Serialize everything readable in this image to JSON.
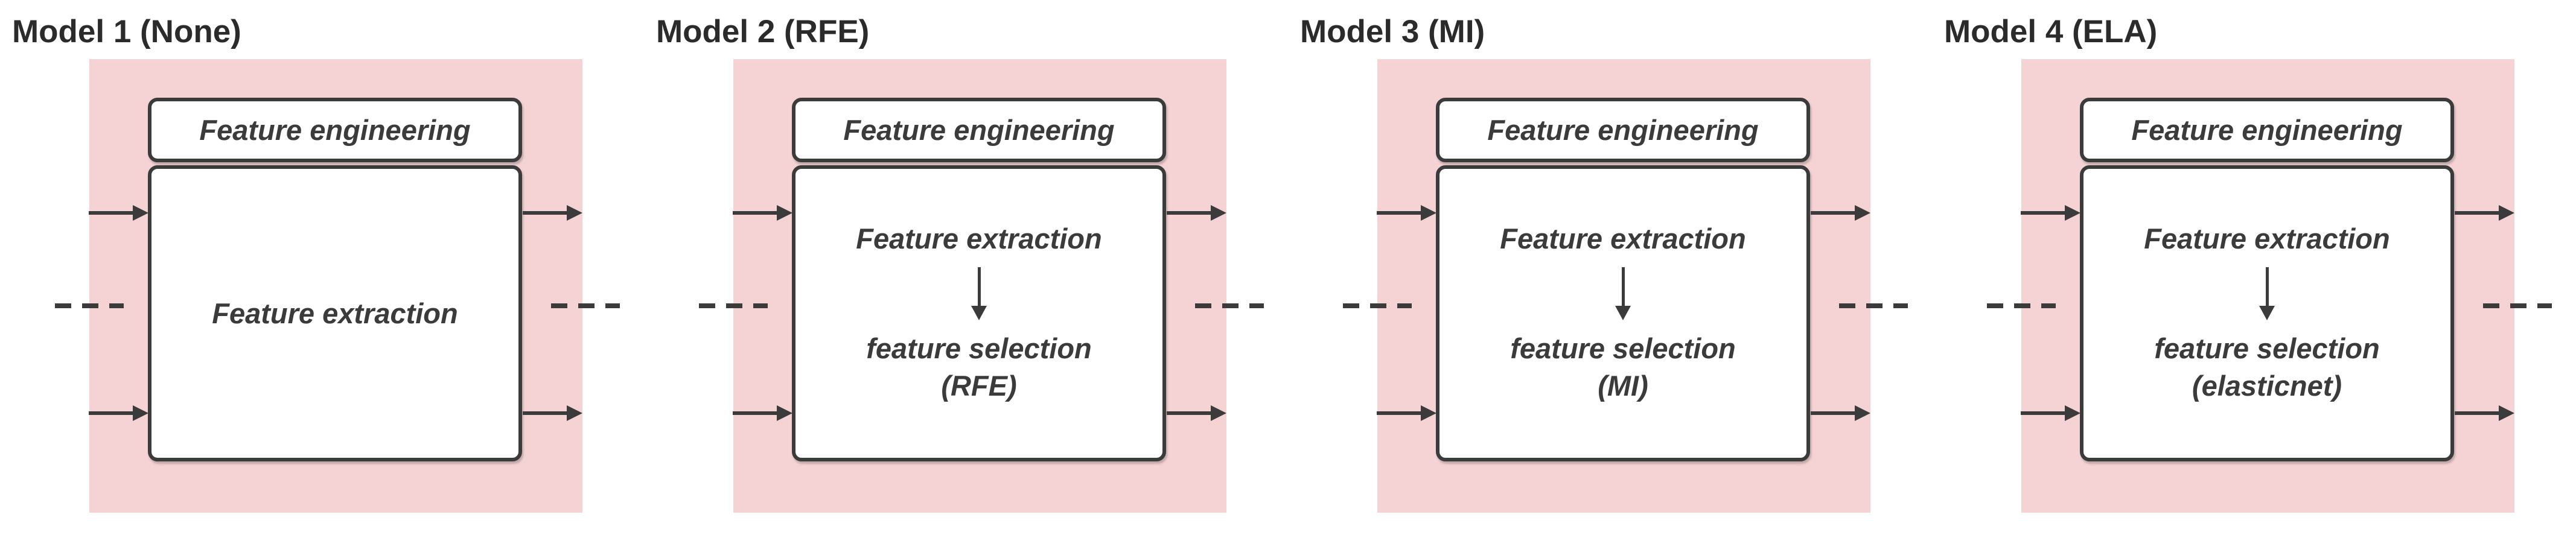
{
  "diagram": {
    "description": "Four model pipeline variants, each a pink panel with a Feature engineering box over a main processing box",
    "colors": {
      "panel_fill": "#f5d2d4",
      "stroke": "#3b3b3b",
      "box_fill": "#ffffff",
      "title_color": "#2b2b2b",
      "page_bg": "#ffffff"
    },
    "panels": [
      {
        "title": "Model 1 (None)",
        "header_label": "Feature engineering",
        "extraction_label": "Feature extraction",
        "selection_label": null,
        "method_label": null
      },
      {
        "title": "Model 2 (RFE)",
        "header_label": "Feature engineering",
        "extraction_label": "Feature extraction",
        "selection_label": "feature selection",
        "method_label": "(RFE)"
      },
      {
        "title": "Model 3 (MI)",
        "header_label": "Feature engineering",
        "extraction_label": "Feature extraction",
        "selection_label": "feature selection",
        "method_label": "(MI)"
      },
      {
        "title": "Model 4 (ELA)",
        "header_label": "Feature engineering",
        "extraction_label": "Feature extraction",
        "selection_label": "feature selection",
        "method_label": "(elasticnet)"
      }
    ]
  }
}
